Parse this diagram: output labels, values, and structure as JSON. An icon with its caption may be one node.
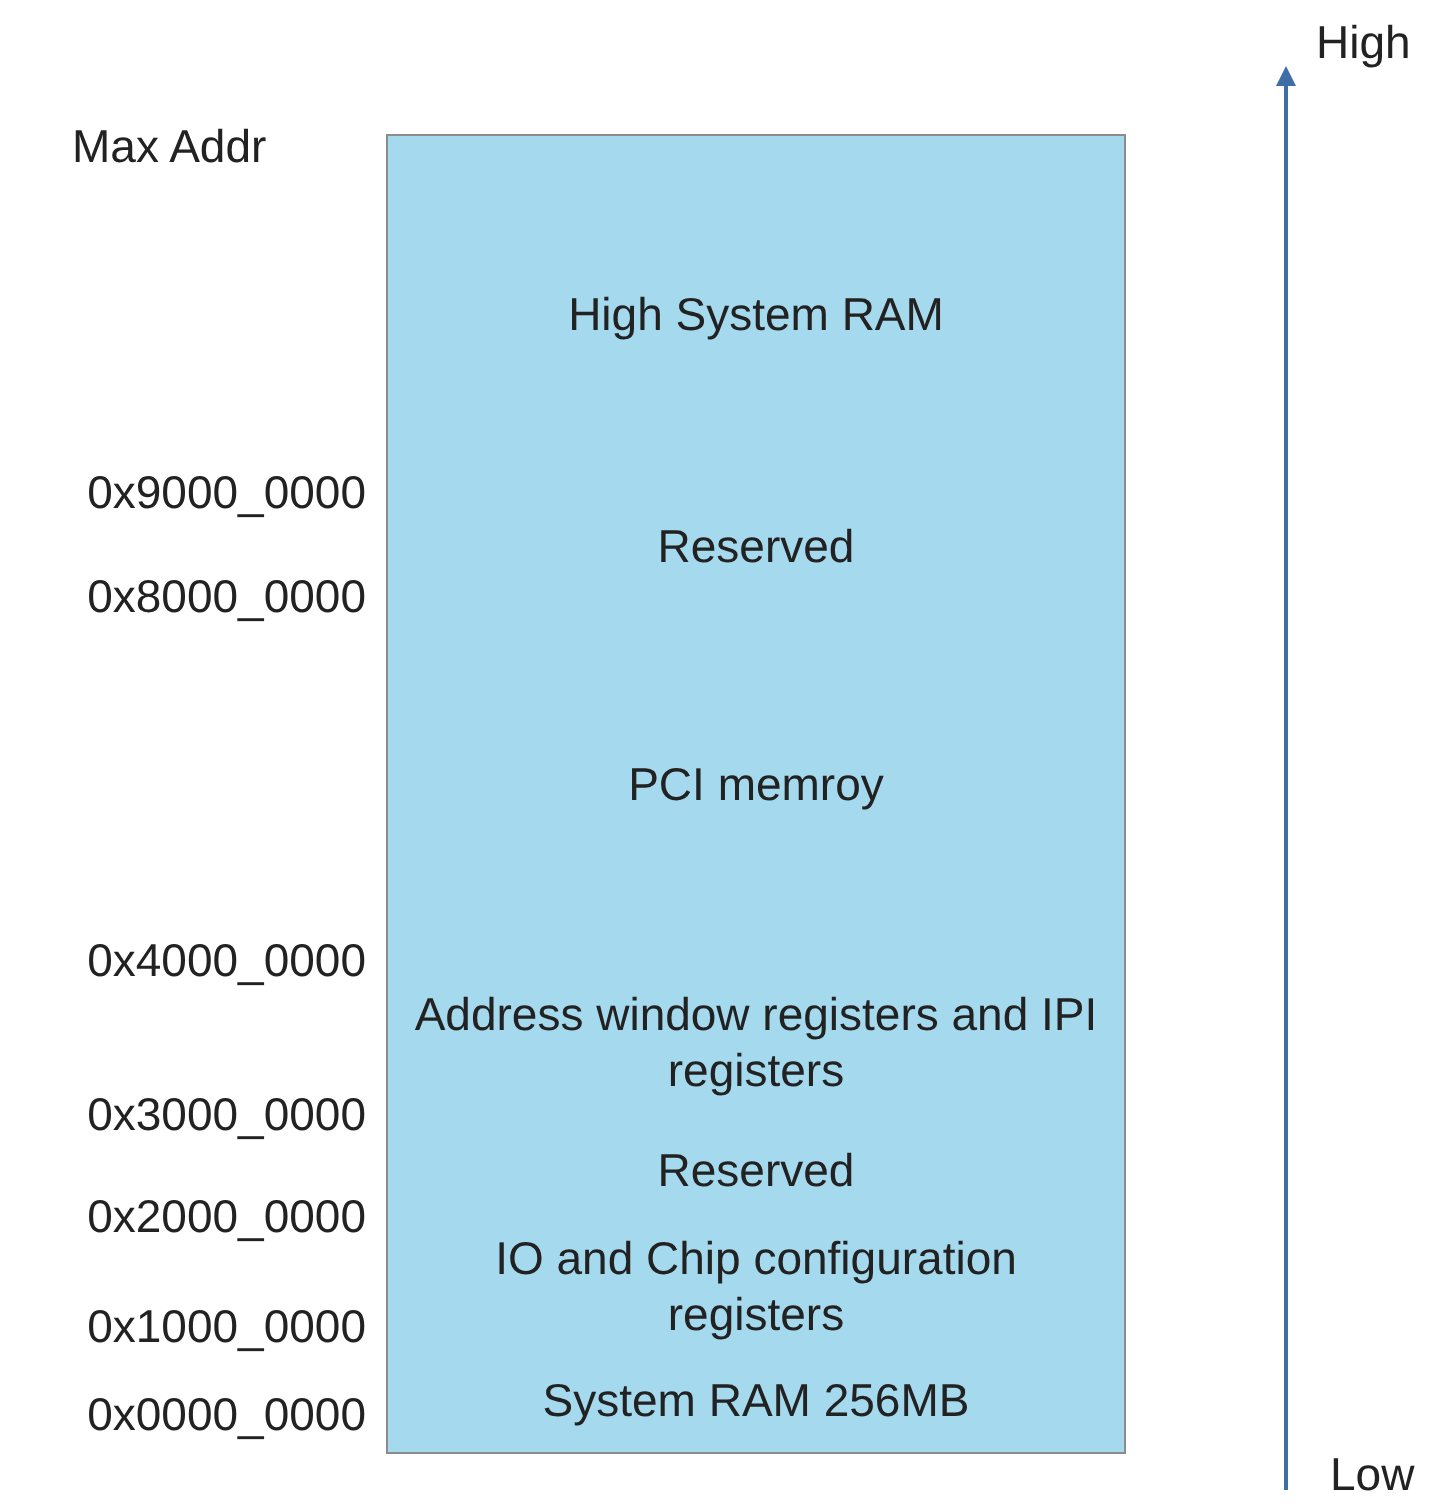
{
  "diagram": {
    "nodes": [
      {
        "text": [
          "High System RAM"
        ]
      },
      {
        "text": [
          "Reserved"
        ]
      },
      {
        "text": [
          "PCI memroy"
        ]
      },
      {
        "text": [
          "Address window registers and IPI registers"
        ]
      },
      {
        "text": [
          "Reserved"
        ]
      },
      {
        "text": [
          "IO and Chip configuration registers"
        ]
      },
      {
        "text": [
          "System RAM 256MB"
        ]
      }
    ],
    "edges": [],
    "labels": [
      "High",
      "Max Addr",
      "0x9000_0000",
      "0x8000_0000",
      "0x4000_0000",
      "0x3000_0000",
      "0x2000_0000",
      "0x1000_0000",
      "0x0000_0000",
      "Low"
    ]
  }
}
